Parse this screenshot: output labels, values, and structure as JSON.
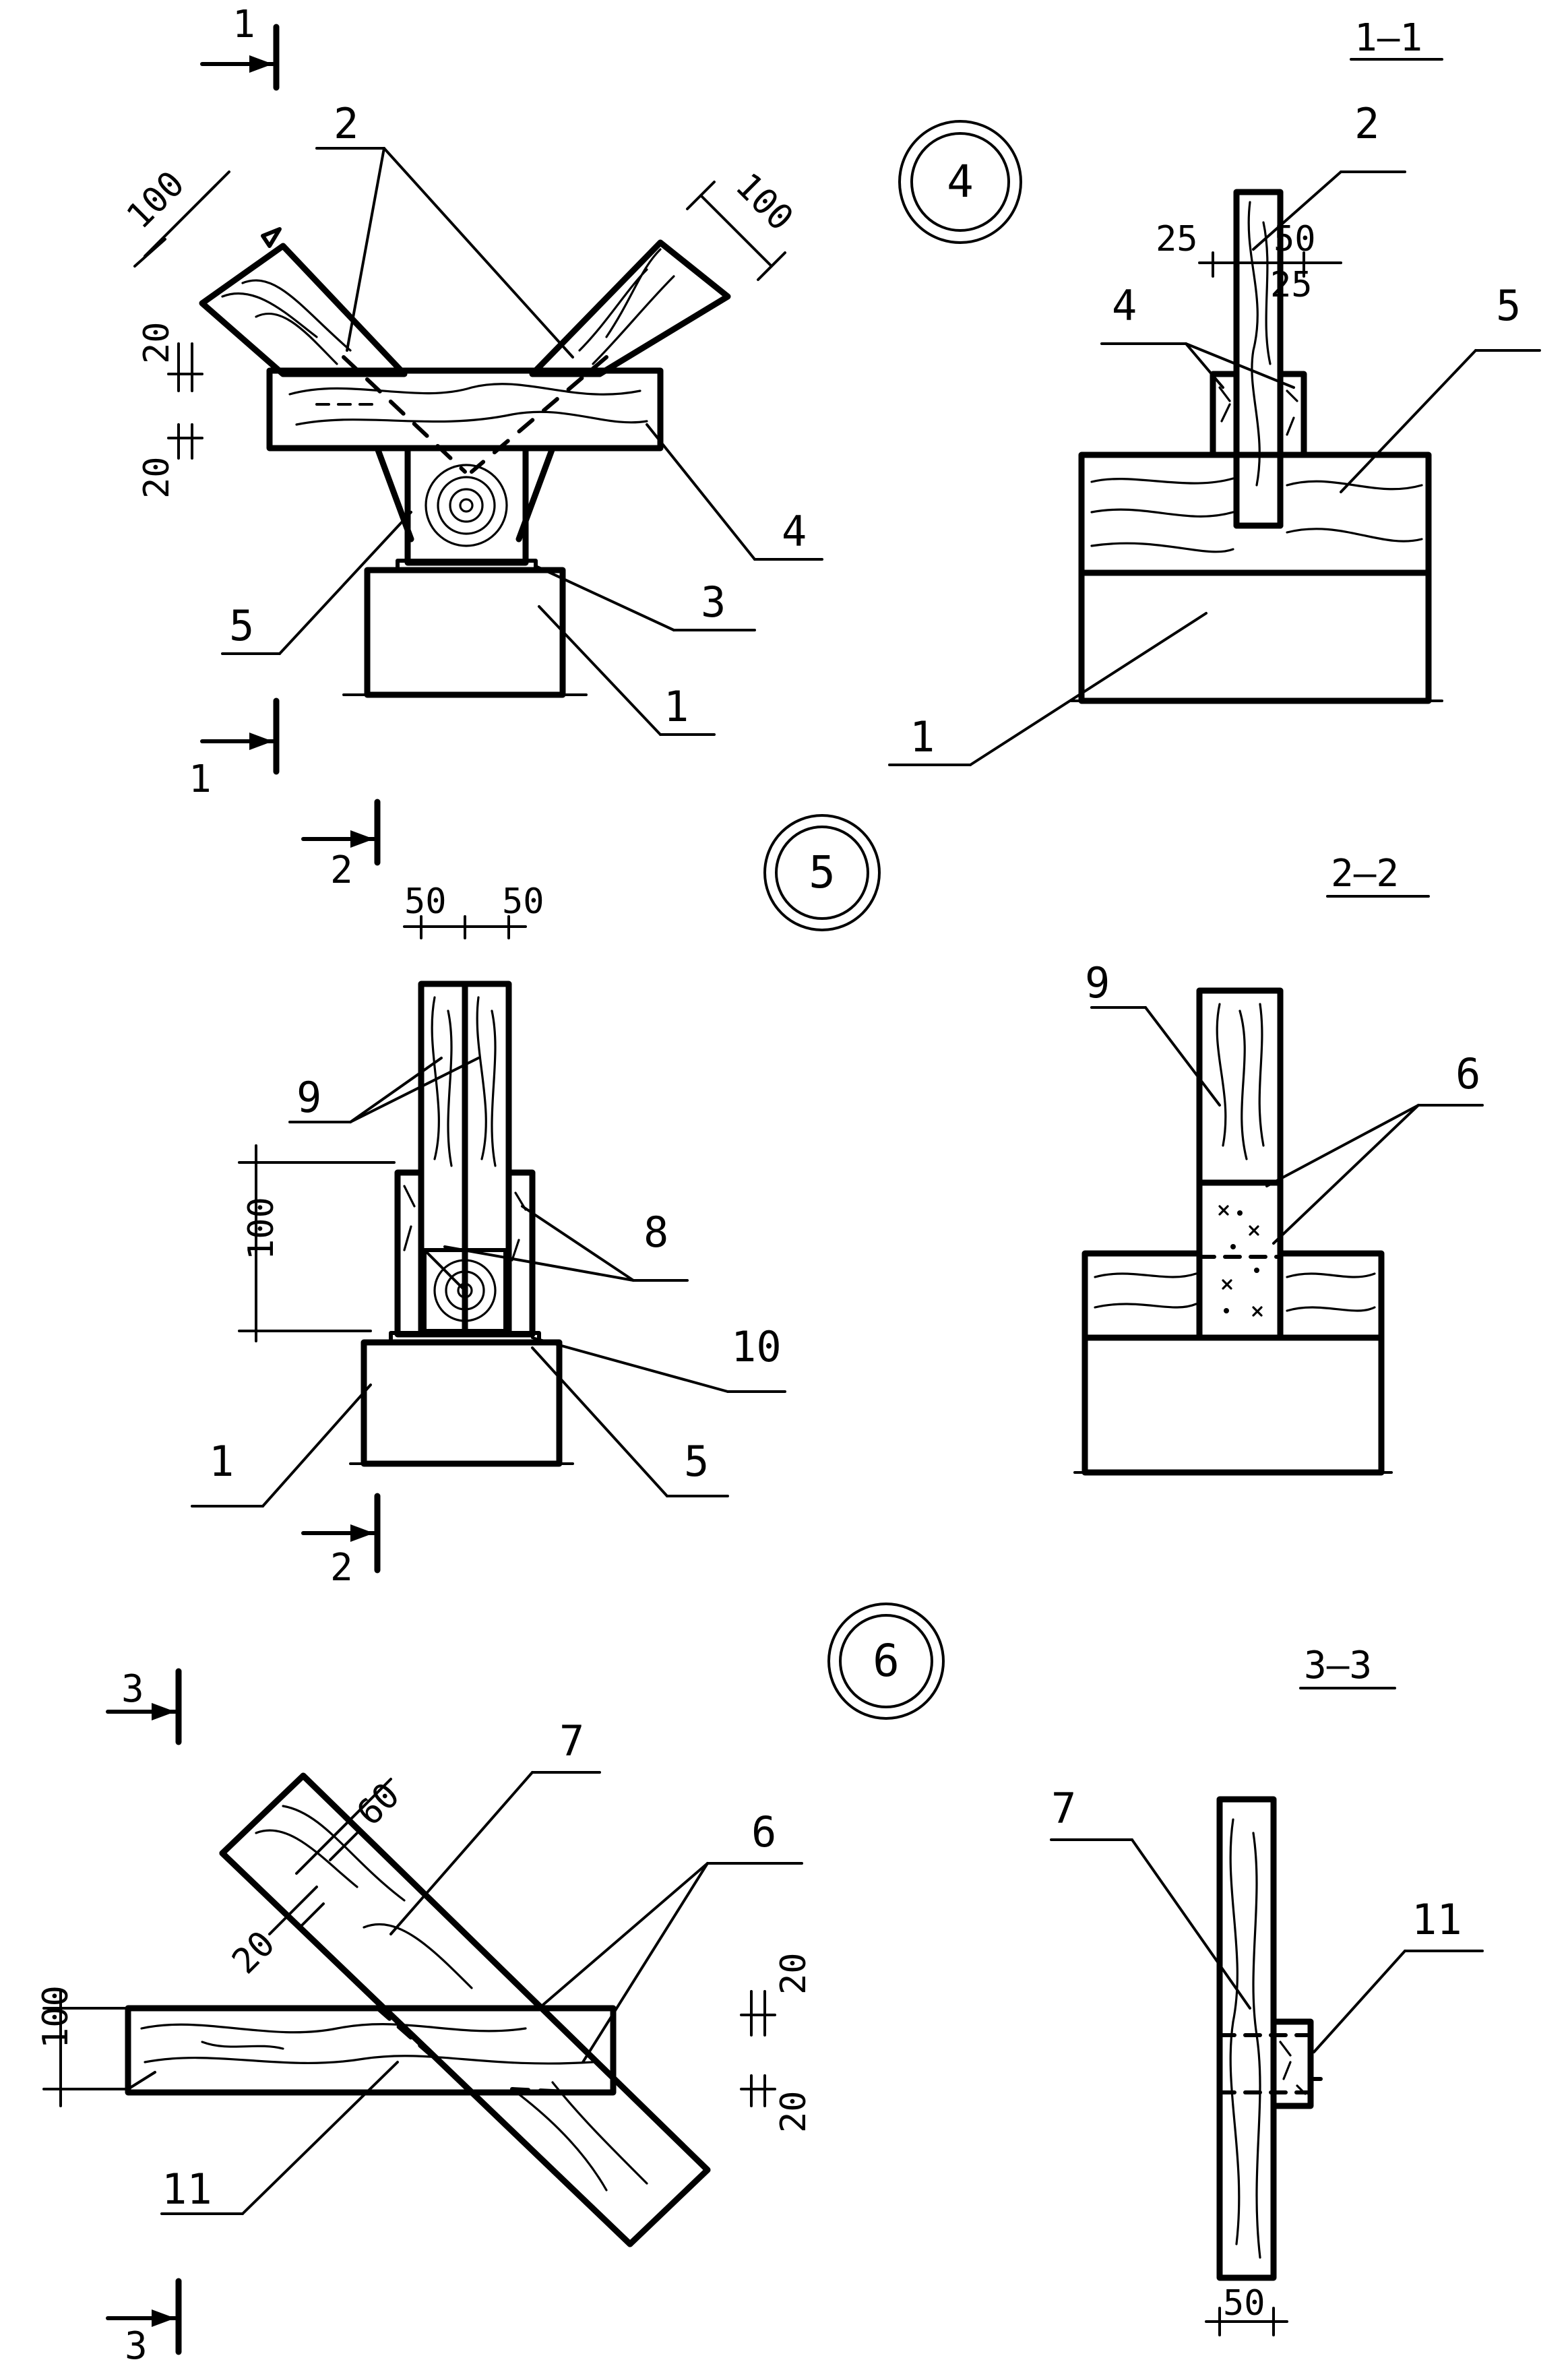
{
  "nodes": {
    "node4": {
      "number": "4",
      "section_title": "1–1"
    },
    "node5": {
      "number": "5",
      "section_title": "2–2"
    },
    "node6": {
      "number": "6",
      "section_title": "3–3"
    }
  },
  "section_marks": {
    "s1": "1",
    "s2": "2",
    "s3": "3"
  },
  "node4_view": {
    "dims": {
      "d100_left": "100",
      "d100_right": "100",
      "d20_top": "20",
      "d20_bottom": "20"
    },
    "labels": {
      "l2": "2",
      "l4": "4",
      "l3": "3",
      "l5": "5",
      "l1": "1"
    }
  },
  "section_1_1": {
    "dims": {
      "d25_left": "25",
      "d50": "50",
      "d25_right": "25"
    },
    "labels": {
      "l2": "2",
      "l4": "4",
      "l5": "5",
      "l1": "1"
    }
  },
  "node5_view": {
    "dims": {
      "d50_left": "50",
      "d50_right": "50",
      "d100": "100"
    },
    "labels": {
      "l9": "9",
      "l8": "8",
      "l10": "10",
      "l1": "1",
      "l5": "5"
    }
  },
  "section_2_2": {
    "labels": {
      "l9": "9",
      "l6": "6"
    }
  },
  "node6_view": {
    "dims": {
      "d60": "60",
      "d20_diag": "20",
      "d100": "100",
      "d20_top": "20",
      "d20_bottom": "20"
    },
    "labels": {
      "l7": "7",
      "l6": "6",
      "l11": "11"
    }
  },
  "section_3_3": {
    "dims": {
      "d50": "50"
    },
    "labels": {
      "l7": "7",
      "l11": "11"
    }
  }
}
